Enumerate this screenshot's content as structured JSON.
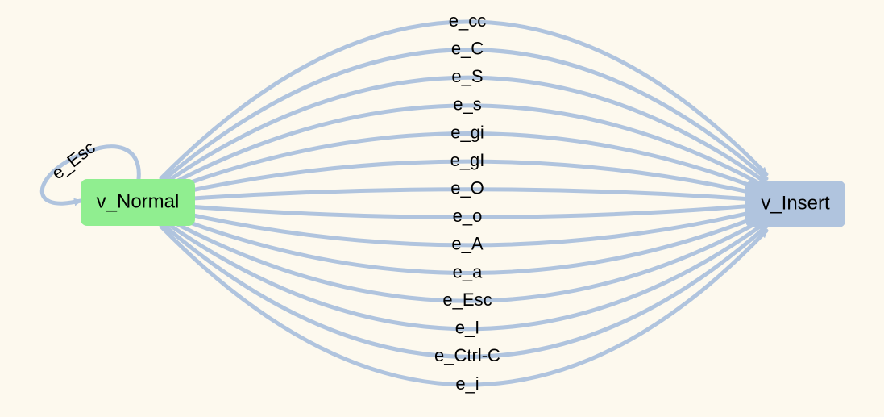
{
  "colors": {
    "background": "#fdf9ee",
    "edge": "#b0c4de",
    "normal_node": "#90ee90",
    "insert_node": "#b0c4de"
  },
  "nodes": {
    "normal": {
      "label": "v_Normal"
    },
    "insert": {
      "label": "v_Insert"
    }
  },
  "self_loop": {
    "label": "e_Esc"
  },
  "edges": [
    {
      "label": "e_cc"
    },
    {
      "label": "e_C"
    },
    {
      "label": "e_S"
    },
    {
      "label": "e_s"
    },
    {
      "label": "e_gi"
    },
    {
      "label": "e_gI"
    },
    {
      "label": "e_O"
    },
    {
      "label": "e_o"
    },
    {
      "label": "e_A"
    },
    {
      "label": "e_a"
    },
    {
      "label": "e_Esc"
    },
    {
      "label": "e_I"
    },
    {
      "label": "e_Ctrl-C"
    },
    {
      "label": "e_i"
    }
  ]
}
